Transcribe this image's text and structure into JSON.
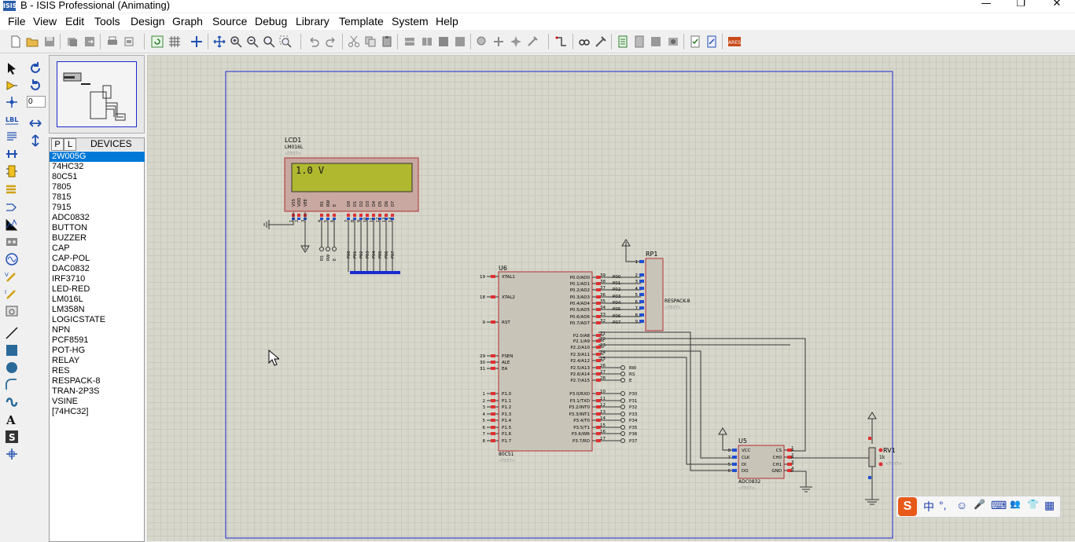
{
  "window": {
    "title": "B - ISIS Professional (Animating)",
    "app_icon": "ISIS"
  },
  "menu": [
    "File",
    "View",
    "Edit",
    "Tools",
    "Design",
    "Graph",
    "Source",
    "Debug",
    "Library",
    "Template",
    "System",
    "Help"
  ],
  "device_panel": {
    "tab_p": "P",
    "tab_l": "L",
    "title": "DEVICES",
    "items": [
      "2W005G",
      "74HC32",
      "80C51",
      "7805",
      "7815",
      "7915",
      "ADC0832",
      "BUTTON",
      "BUZZER",
      "CAP",
      "CAP-POL",
      "DAC0832",
      "IRF3710",
      "LED-RED",
      "LM016L",
      "LM358N",
      "LOGICSTATE",
      "NPN",
      "PCF8591",
      "POT-HG",
      "RELAY",
      "RES",
      "RESPACK-8",
      "TRAN-2P3S",
      "VSINE",
      "[74HC32]"
    ],
    "selected_index": 0
  },
  "rotation_field": "0",
  "schematic": {
    "lcd": {
      "ref": "LCD1",
      "part": "LM016L",
      "text_tag": "<TEXT>",
      "display": "1.0 V",
      "pin_labels": [
        "VSS",
        "VDD",
        "VEE",
        "RS",
        "RW",
        "E",
        "D0",
        "D1",
        "D2",
        "D3",
        "D4",
        "D5",
        "D6",
        "D7"
      ],
      "pin_numbers": [
        "1",
        "2",
        "3",
        "4",
        "5",
        "6",
        "7",
        "8",
        "9",
        "10",
        "11",
        "12",
        "13",
        "14"
      ],
      "net_labels": [
        "RS",
        "RW",
        "E",
        "P00",
        "P01",
        "P02",
        "P03",
        "P04",
        "P05",
        "P06",
        "P07"
      ]
    },
    "mcu": {
      "ref": "U6",
      "part": "80C51",
      "text_tag": "<TEXT>",
      "left_pins": [
        {
          "n": "19",
          "l": "XTAL1"
        },
        {
          "n": "18",
          "l": "XTAL2"
        },
        {
          "n": "9",
          "l": "RST"
        },
        {
          "n": "29",
          "l": "PSEN"
        },
        {
          "n": "30",
          "l": "ALE"
        },
        {
          "n": "31",
          "l": "EA"
        },
        {
          "n": "1",
          "l": "P1.0"
        },
        {
          "n": "2",
          "l": "P1.1"
        },
        {
          "n": "3",
          "l": "P1.2"
        },
        {
          "n": "4",
          "l": "P1.3"
        },
        {
          "n": "5",
          "l": "P1.4"
        },
        {
          "n": "6",
          "l": "P1.5"
        },
        {
          "n": "7",
          "l": "P1.6"
        },
        {
          "n": "8",
          "l": "P1.7"
        }
      ],
      "right_pins": [
        {
          "n": "39",
          "l": "P0.0/AD0",
          "net": "P00"
        },
        {
          "n": "38",
          "l": "P0.1/AD1",
          "net": "P01"
        },
        {
          "n": "37",
          "l": "P0.2/AD2",
          "net": "P02"
        },
        {
          "n": "36",
          "l": "P0.3/AD3",
          "net": "P03"
        },
        {
          "n": "35",
          "l": "P0.4/AD4",
          "net": "P04"
        },
        {
          "n": "34",
          "l": "P0.5/AD5",
          "net": "P05"
        },
        {
          "n": "33",
          "l": "P0.6/AD6",
          "net": "P06"
        },
        {
          "n": "32",
          "l": "P0.7/AD7",
          "net": "P07"
        },
        {
          "n": "21",
          "l": "P2.0/A8",
          "net": ""
        },
        {
          "n": "22",
          "l": "P2.1/A9",
          "net": ""
        },
        {
          "n": "23",
          "l": "P2.2/A10",
          "net": ""
        },
        {
          "n": "24",
          "l": "P2.3/A11",
          "net": ""
        },
        {
          "n": "25",
          "l": "P2.4/A12",
          "net": ""
        },
        {
          "n": "26",
          "l": "P2.5/A13",
          "net": "RW"
        },
        {
          "n": "27",
          "l": "P2.6/A14",
          "net": "RS"
        },
        {
          "n": "28",
          "l": "P2.7/A15",
          "net": "E"
        },
        {
          "n": "10",
          "l": "P3.0/RXD",
          "net": "P30"
        },
        {
          "n": "11",
          "l": "P3.1/TXD",
          "net": "P31"
        },
        {
          "n": "12",
          "l": "P3.2/INT0",
          "net": "P32"
        },
        {
          "n": "13",
          "l": "P3.3/INT1",
          "net": "P33"
        },
        {
          "n": "14",
          "l": "P3.4/T0",
          "net": "P34"
        },
        {
          "n": "15",
          "l": "P3.5/T1",
          "net": "P35"
        },
        {
          "n": "16",
          "l": "P3.6/WR",
          "net": "P36"
        },
        {
          "n": "17",
          "l": "P3.7/RD",
          "net": "P37"
        }
      ]
    },
    "respack": {
      "ref": "RP1",
      "part": "RESPACK-8",
      "text_tag": "<TEXT>",
      "pins": [
        "1",
        "2",
        "3",
        "4",
        "5",
        "6",
        "7",
        "8",
        "9"
      ]
    },
    "adc": {
      "ref": "U5",
      "part": "ADC0832",
      "text_tag": "<TEXT>",
      "left_pins": [
        {
          "n": "8",
          "l": "VCC"
        },
        {
          "n": "7",
          "l": "CLK"
        },
        {
          "n": "5",
          "l": "DI"
        },
        {
          "n": "6",
          "l": "DO"
        }
      ],
      "right_pins": [
        {
          "n": "1",
          "l": "CS"
        },
        {
          "n": "2",
          "l": "CH0"
        },
        {
          "n": "3",
          "l": "CH1"
        },
        {
          "n": "4",
          "l": "GND"
        }
      ]
    },
    "pot": {
      "ref": "RV1",
      "value": "1k",
      "text_tag": "<TEXT>"
    }
  },
  "ime": {
    "logo": "S",
    "items": [
      "中",
      "°,",
      "☺",
      "🎤",
      "⌨",
      "👥",
      "👕",
      "▦"
    ]
  }
}
